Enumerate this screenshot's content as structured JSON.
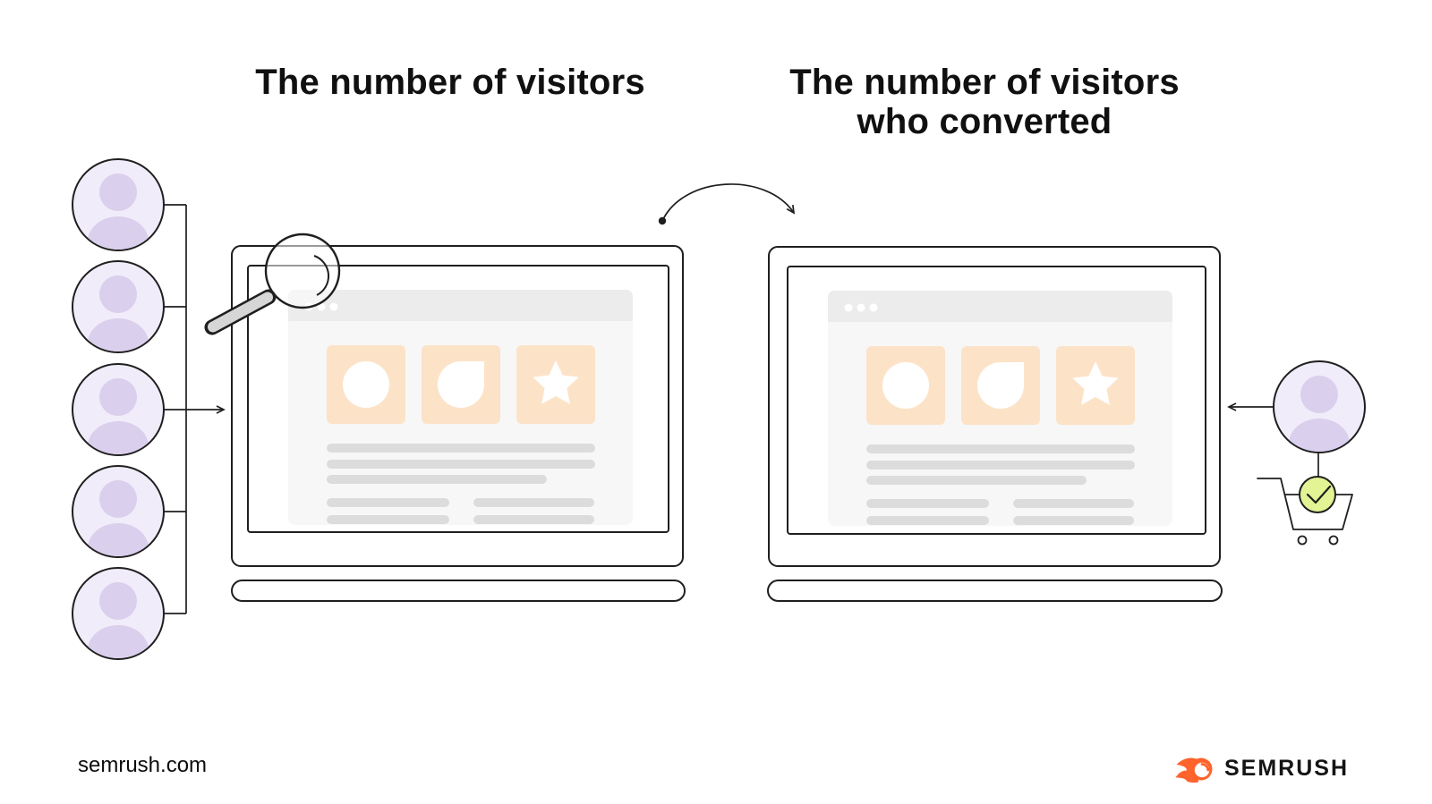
{
  "left_section": {
    "title": "The number of visitors",
    "visitor_count": 5
  },
  "right_section": {
    "title_lines": [
      "The number of visitors",
      "who converted"
    ],
    "converted_count": 1
  },
  "footer": {
    "website": "semrush.com",
    "brand": "SEMRUSH"
  },
  "illustration": {
    "left_laptop": {
      "card_shapes": [
        "circle",
        "blob",
        "star"
      ],
      "text_line_rows": 5
    },
    "right_laptop": {
      "card_shapes": [
        "circle",
        "blob",
        "star"
      ],
      "text_line_rows": 5
    },
    "icons": [
      "magnifying-glass",
      "shopping-cart",
      "check-circle",
      "curved-arrow",
      "flow-arrow"
    ]
  },
  "colors": {
    "outline": "#1f1f1f",
    "avatar_fill": "#F1ECFA",
    "avatar_person": "#DACFEC",
    "card_orange": "#FCE3C8",
    "browser_bg": "#F7F7F7",
    "browser_bar": "#ECECEC",
    "line_gray": "#DCDCDC",
    "check_green": "#E2F493",
    "brand_orange": "#FF642D",
    "handle_gray": "#D6D6D6",
    "title_color": "#101010"
  }
}
